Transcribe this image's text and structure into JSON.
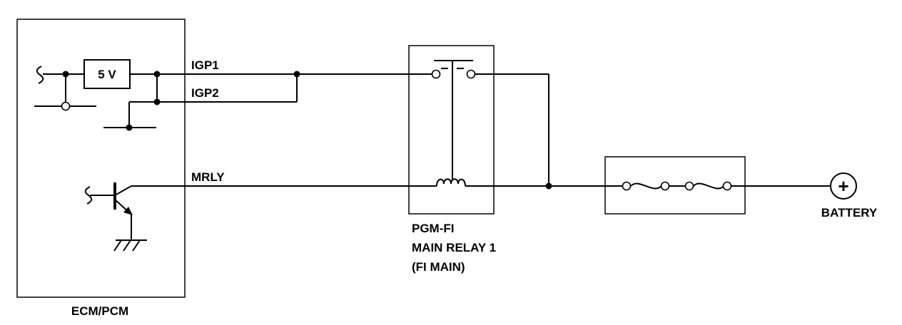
{
  "diagram": {
    "ecm_label": "ECM/PCM",
    "regulator_label": "5 V",
    "signals": {
      "igp1": "IGP1",
      "igp2": "IGP2",
      "mrly": "MRLY"
    },
    "relay_label": {
      "line1": "PGM-FI",
      "line2": "MAIN RELAY 1",
      "line3": "(FI MAIN)"
    },
    "battery_label": "BATTERY",
    "battery_symbol": "+"
  }
}
